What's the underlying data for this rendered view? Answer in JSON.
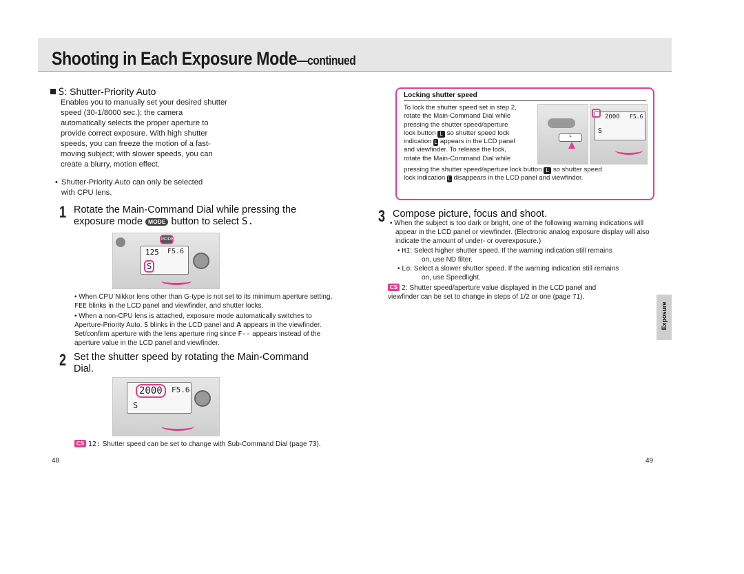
{
  "header": {
    "title": "Shooting in Each Exposure Mode",
    "title_suffix": "—continued"
  },
  "left": {
    "section_glyph": "S",
    "section_title": ": Shutter-Priority Auto",
    "intro": "Enables you to manually set your desired shutter speed (30-1/8000 sec.); the camera automatically selects the proper aperture to provide correct exposure. With high shutter speeds, you can freeze the motion of a fast-moving subject; with slower speeds, you can create a blurry, motion effect.",
    "bullet_cpu": "Shutter-Priority Auto can only be selected with CPU lens.",
    "step1": {
      "num": "1",
      "line1": "Rotate the Main-Command Dial while pressing the",
      "line2a": "exposure mode",
      "mode_badge": "MODE",
      "line2b": "button to select",
      "glyph": "S."
    },
    "step1_lcd": {
      "speed": "125",
      "aperture": "F5.6",
      "mode": "S",
      "mode_label": "MODE"
    },
    "notes": [
      {
        "a": "When CPU Nikkor lens other than G-type is not set to its minimum aperture setting,",
        "glyph": "FEE",
        "b": "blinks in the LCD panel and viewfinder, and shutter locks."
      },
      {
        "a": "When a non-CPU lens is attached, exposure mode automatically switches to Aperture-Priority Auto.",
        "glyph": "S",
        "b": "blinks in the LCD panel and",
        "bold": "A",
        "c": "appears in the viewfinder. Set/confirm aperture with the lens aperture ring since",
        "glyph2": "F--",
        "d": "appears instead of the aperture value in the LCD panel and viewfinder."
      }
    ],
    "step2": {
      "num": "2",
      "line1": "Set the shutter speed by rotating the Main-Command",
      "line2": "Dial."
    },
    "step2_lcd": {
      "speed": "2000",
      "aperture": "F5.6",
      "mode": "S"
    },
    "cs_note": {
      "badge": "CS",
      "glyph": "12:",
      "text": "Shutter speed can be set to change with Sub-Command Dial (page 73)."
    },
    "page_number": "48"
  },
  "right": {
    "box": {
      "title": "Locking shutter speed",
      "lines": [
        "To lock the shutter speed set in step 2,",
        "rotate the Main-Command Dial while",
        "pressing the shutter speed/aperture"
      ],
      "lock_a": "lock button",
      "lock_b": "so shutter speed lock",
      "ind_a": "indication",
      "ind_b": "appears in the LCD panel",
      "line_vf": "and viewfinder. To release the lock,",
      "line_rot": "rotate the Main-Command Dial while",
      "last_a": "pressing the shutter speed/aperture lock button",
      "last_b": "so shutter speed",
      "last2_a": "lock indication",
      "last2_b": "disappears in the LCD panel and viewfinder.",
      "lcd": {
        "speed": "2000",
        "aperture": "F5.6",
        "mode": "S"
      }
    },
    "step3": {
      "num": "3",
      "heading": "Compose picture, focus and shoot.",
      "intro": "When the subject is too dark or bright, one of the following warning indications will appear in the LCD panel or viewfinder. (Electronic analog exposure display will also indicate the amount of under- or overexposure.)",
      "warn_hi_glyph": "HI",
      "warn_hi_l1": ": Select higher shutter speed. If the warning indication still remains",
      "warn_hi_l2": "on, use ND filter.",
      "warn_lo_glyph": "Lo",
      "warn_lo_l1": ": Select a slower shutter speed. If the warning indication still remains",
      "warn_lo_l2": "on, use Speedlight.",
      "cs_badge": "CS",
      "cs_glyph": "2",
      "cs_l1": ": Shutter speed/aperture value displayed in the LCD panel and",
      "cs_l2": "viewfinder can be set to change in steps of 1/2 or one (page 71)."
    },
    "side_tab": "Exposure",
    "page_number": "49"
  },
  "colors": {
    "accent": "#e0408c",
    "header_band": "#e6e6e6",
    "tab": "#cfcfcf"
  }
}
